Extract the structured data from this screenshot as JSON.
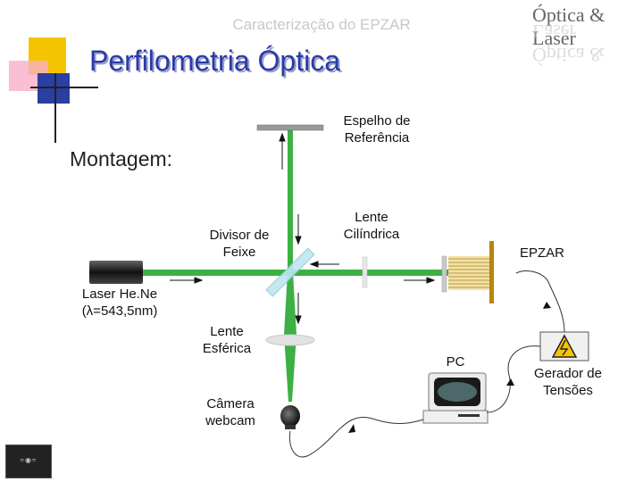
{
  "header": {
    "subtitle": "Caracterização do EPZAR",
    "title": "Perfilometria Óptica"
  },
  "logo": {
    "text": "Óptica & Laser"
  },
  "section": {
    "label": "Montagem:"
  },
  "labels": {
    "mirror": [
      "Espelho de",
      "Referência"
    ],
    "splitter": [
      "Divisor de",
      "Feixe"
    ],
    "cyl_lens": [
      "Lente",
      "Cilíndrica"
    ],
    "epzar": "EPZAR",
    "laser": [
      "Laser He.Ne",
      "(λ=543,5nm)"
    ],
    "sph_lens": [
      "Lente",
      "Esférica"
    ],
    "pc": "PC",
    "generator": [
      "Gerador de",
      "Tensões"
    ],
    "camera": [
      "Câmera",
      "webcam"
    ]
  },
  "colors": {
    "beam": "#3cb043",
    "title": "#2b3aa8",
    "accent_yellow": "#f5c400",
    "accent_blue": "#2a3fa0"
  }
}
